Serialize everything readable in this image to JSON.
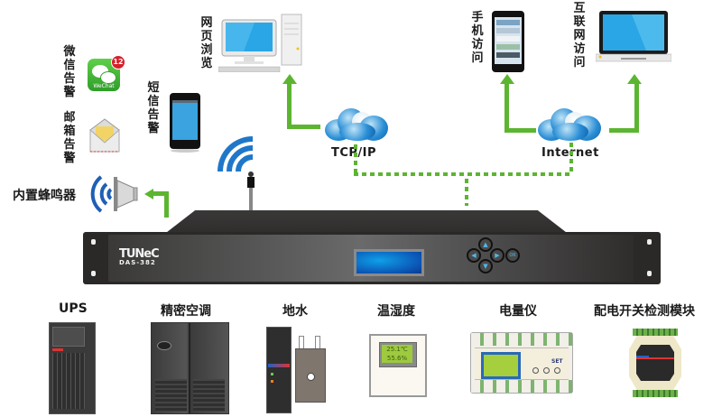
{
  "top_clients": {
    "web_browse": {
      "label": "网页浏览",
      "icon": "desktop-computer-icon"
    },
    "mobile_access": {
      "label": "手机访问",
      "icon": "smartphone-icon"
    },
    "internet_access": {
      "label": "互联网访问",
      "icon": "laptop-icon"
    }
  },
  "alarms": {
    "wechat": {
      "label": "微信告警",
      "icon": "wechat-icon",
      "badge": "12",
      "app_name": "WeChat"
    },
    "email": {
      "label": "邮箱告警",
      "icon": "envelope-icon"
    },
    "sms": {
      "label": "短信告警",
      "icon": "phone-icon"
    },
    "buzzer": {
      "label": "内置蜂鸣器",
      "icon": "speaker-icon"
    }
  },
  "network": {
    "tcpip": {
      "label": "TCP/IP",
      "icon": "cloud-icon"
    },
    "internet": {
      "label": "Internet",
      "icon": "cloud-icon"
    },
    "wireless_icon": "wifi-signal-icon"
  },
  "device": {
    "brand": "TUNeC",
    "model": "DAS-382",
    "ok_label": "OK",
    "display_color": "#0b6fd0"
  },
  "sensors": [
    {
      "label": "UPS",
      "icon": "ups-icon"
    },
    {
      "label": "精密空调",
      "icon": "precision-ac-icon"
    },
    {
      "label": "地水",
      "icon": "water-leak-sensor-icon"
    },
    {
      "label": "温湿度",
      "icon": "temp-humidity-sensor-icon",
      "readings": [
        "25.1℃",
        "55.6%"
      ]
    },
    {
      "label": "电量仪",
      "icon": "power-meter-icon",
      "button_label": "SET"
    },
    {
      "label": "配电开关检测模块",
      "icon": "switch-detection-module-icon"
    }
  ],
  "colors": {
    "connector_green": "#5cb531",
    "cloud_blue": "#2b8fd6",
    "device_body": "#2b2928"
  }
}
